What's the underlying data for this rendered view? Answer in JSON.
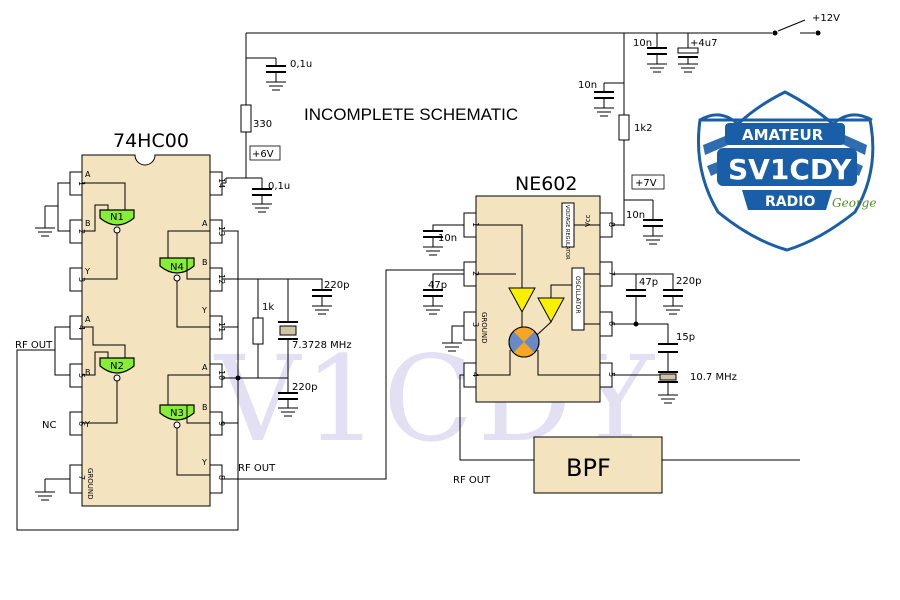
{
  "title": "INCOMPLETE SCHEMATIC",
  "watermark": "SV1CDY",
  "ic1": {
    "name": "74HC00",
    "gates": [
      "N1",
      "N2",
      "N3",
      "N4"
    ],
    "pins_left": [
      "1",
      "2",
      "3",
      "4",
      "5",
      "6",
      "7"
    ],
    "pins_right": [
      "14",
      "13",
      "12",
      "11",
      "10",
      "9",
      "8"
    ],
    "ground_label": "GROUND",
    "pin_letters": [
      "A",
      "B",
      "Y",
      "A",
      "B",
      "Y",
      "A",
      "B",
      "Y",
      "A",
      "B",
      "Y"
    ]
  },
  "ic2": {
    "name": "NE602",
    "pins_left": [
      "1",
      "2",
      "3",
      "4"
    ],
    "pins_right": [
      "8",
      "7",
      "6",
      "5"
    ],
    "ground_label": "GROUND",
    "regulator_label": "VOLTAGE REGULATOR",
    "oscillator_label": "OSCILLATOR",
    "vcc_label": "Vcc"
  },
  "labels": {
    "v12": "+12V",
    "v6": "+6V",
    "v7": "+7V",
    "rf_out_left": "RF OUT",
    "rf_out_mid": "RF OUT",
    "rf_out_bottom": "RF OUT",
    "nc": "NC",
    "bpf": "BPF"
  },
  "components": {
    "c_01u_top": "0,1u",
    "r_330": "330",
    "c_01u_ic": "0,1u",
    "c_10n_top": "10n",
    "c_4u7": "+4u7",
    "c_10n_mid": "10n",
    "r_1k2": "1k2",
    "c_10n_pin8": "10n",
    "c_10n_pin1": "10n",
    "c_47p_pin2": "47p",
    "c_220p_a": "220p",
    "r_1k": "1k",
    "xtal_a": "7.3728 MHz",
    "c_220p_b": "220p",
    "c_47p_osc": "47p",
    "c_220p_osc": "220p",
    "c_15p": "15p",
    "xtal_b": "10.7 MHz"
  },
  "logo": {
    "top": "AMATEUR",
    "call": "SV1CDY",
    "bottom": "RADIO",
    "signature": "George",
    "brand_color": "#1a5ea8"
  }
}
